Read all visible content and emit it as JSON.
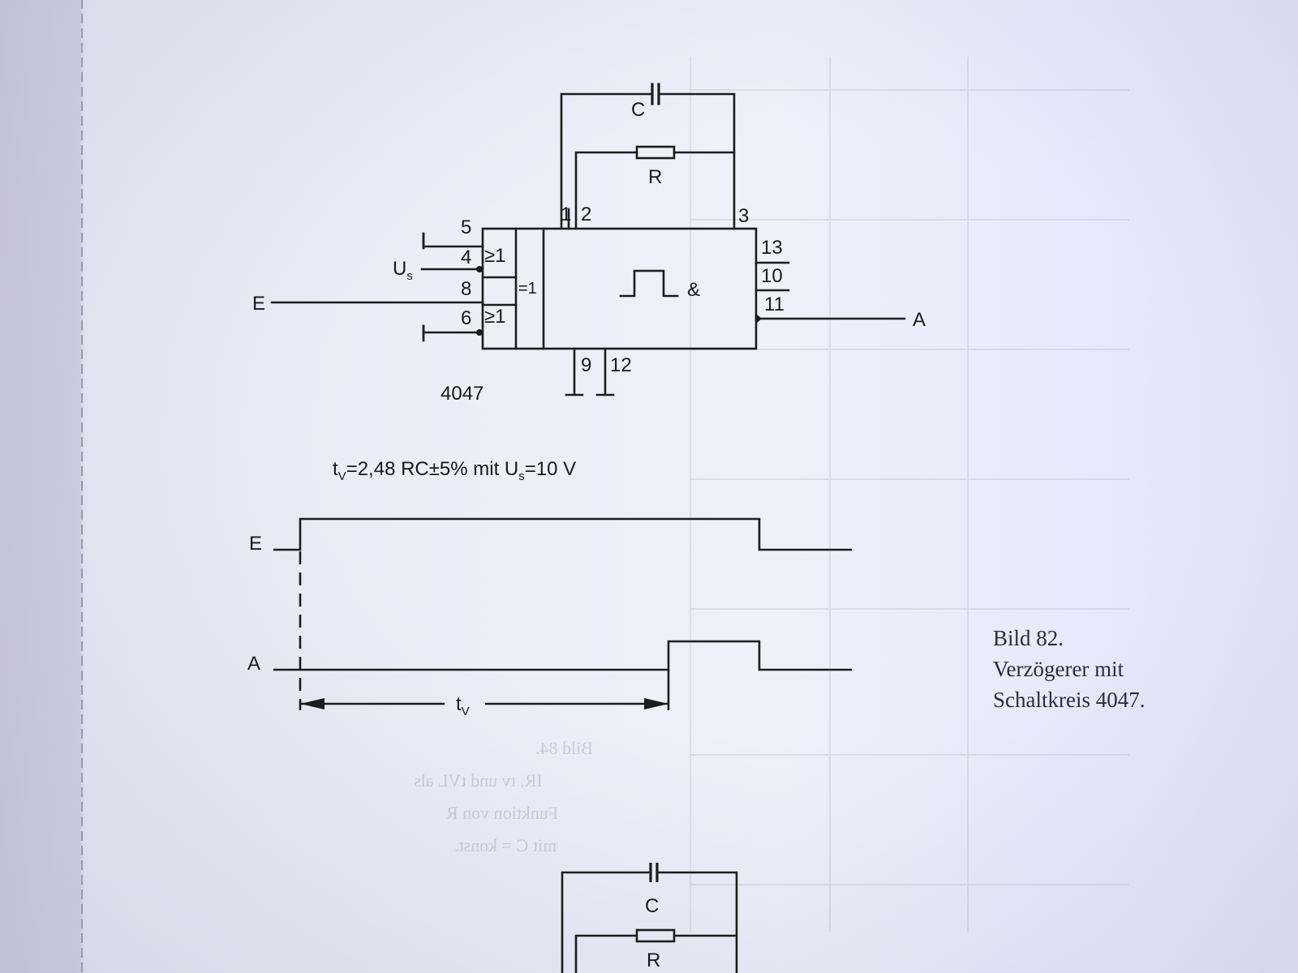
{
  "circuit": {
    "capacitor_label": "C",
    "resistor_label": "R",
    "pins": {
      "p1": "1",
      "p2": "2",
      "p3": "3",
      "p4": "4",
      "p5": "5",
      "p6": "6",
      "p8": "8",
      "p9": "9",
      "p10": "10",
      "p11": "11",
      "p12": "12",
      "p13": "13"
    },
    "gate_upper": "≥1",
    "gate_lower": "≥1",
    "xor_label": "=1",
    "and_label": "&",
    "supply_label": "U",
    "supply_subscript": "s",
    "input_label": "E",
    "output_label": "A",
    "chip_name": "4047"
  },
  "formula": {
    "t_main": "t",
    "t_sub": "V",
    "body": "=2,48 RC±5%  mit U",
    "u_sub": "s",
    "tail": "=10 V"
  },
  "timing": {
    "signal_e": "E",
    "signal_a": "A",
    "tv_main": "t",
    "tv_sub": "V"
  },
  "caption": {
    "line1": "Bild 82.",
    "line2": "Verzögerer mit",
    "line3": "Schaltkreis 4047."
  },
  "lower_circuit": {
    "capacitor_label": "C",
    "resistor_label": "R"
  }
}
